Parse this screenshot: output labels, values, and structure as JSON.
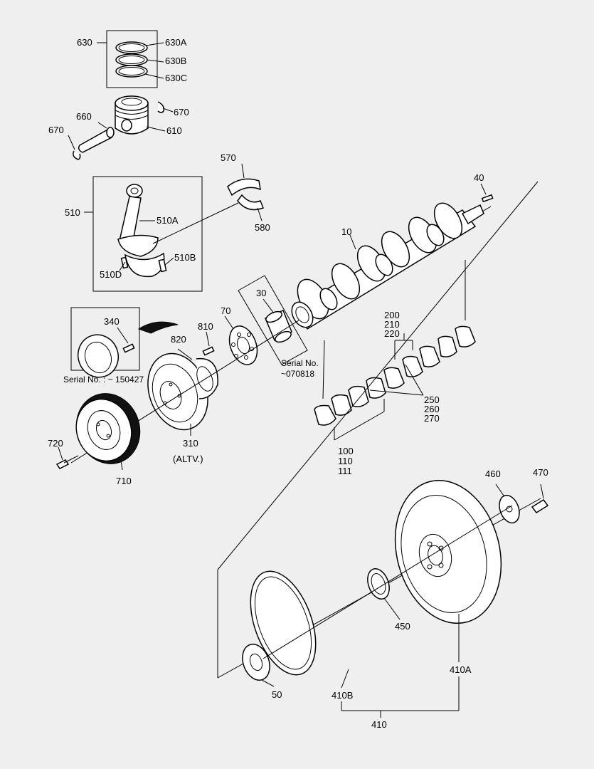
{
  "labels": {
    "l630": "630",
    "l630A": "630A",
    "l630B": "630B",
    "l630C": "630C",
    "l660": "660",
    "l670a": "670",
    "l670b": "670",
    "l610": "610",
    "l570": "570",
    "l580": "580",
    "l510": "510",
    "l510A": "510A",
    "l510B": "510B",
    "l510D": "510D",
    "l40": "40",
    "l10": "10",
    "l30": "30",
    "l70": "70",
    "l810": "810",
    "l820": "820",
    "l340": "340",
    "serial1": "Serial No. : ~ 150427",
    "serial2a": "Serial No.",
    "serial2b": "~070818",
    "l200": "200",
    "l210": "210",
    "l220": "220",
    "l250": "250",
    "l260": "260",
    "l270": "270",
    "l100": "100",
    "l110": "110",
    "l111": "111",
    "l310": "310",
    "altv": "(ALTV.)",
    "l720": "720",
    "l710": "710",
    "l460": "460",
    "l470": "470",
    "l450": "450",
    "l410A": "410A",
    "l410B": "410B",
    "l410": "410",
    "l50": "50"
  }
}
